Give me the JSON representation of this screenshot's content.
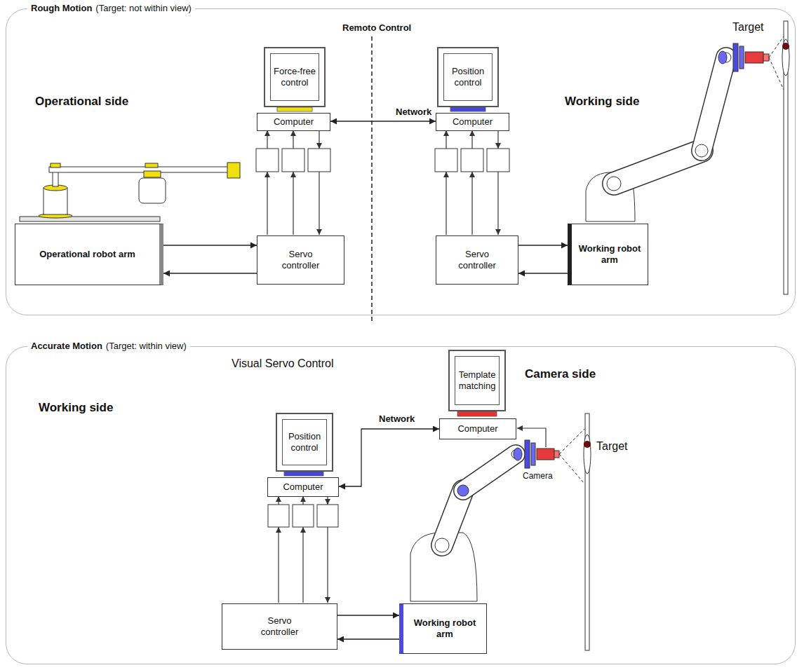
{
  "diagram": {
    "nodes": [
      {
        "text": [
          "Rough Motion",
          "(Target: not within view)"
        ]
      },
      {
        "text": [
          "Force-free control"
        ],
        "in": 0
      },
      {
        "text": [
          "Computer"
        ],
        "in": 0
      },
      {
        "text": [
          "Position control"
        ],
        "in": 0
      },
      {
        "text": [
          "Computer"
        ],
        "in": 0
      },
      {
        "text": [
          "Operational robot arm"
        ],
        "in": 0
      },
      {
        "text": [
          "Servo controller"
        ],
        "in": 0
      },
      {
        "text": [
          "Servo controller"
        ],
        "in": 0
      },
      {
        "text": [
          "Working robot arm"
        ],
        "in": 0
      },
      {
        "text": [
          "Accurate Motion",
          "(Target: within view)"
        ]
      },
      {
        "text": [
          "Template matching"
        ],
        "in": 9
      },
      {
        "text": [
          "Computer"
        ],
        "in": 9
      },
      {
        "text": [
          "Position control"
        ],
        "in": 9
      },
      {
        "text": [
          "Computer"
        ],
        "in": 9
      },
      {
        "text": [
          "Servo controller"
        ],
        "in": 9
      },
      {
        "text": [
          "Working robot arm"
        ],
        "in": 9
      }
    ],
    "edges": [
      {
        "from": 2,
        "to": 4,
        "label": "Network",
        "arrow": "both"
      },
      {
        "from": 5,
        "to": 6,
        "arrow": "to"
      },
      {
        "from": 6,
        "to": 5,
        "arrow": "to"
      },
      {
        "from": 7,
        "to": 8,
        "arrow": "to"
      },
      {
        "from": 8,
        "to": 7,
        "arrow": "to"
      },
      {
        "from": 11,
        "to": 13,
        "label": "Network",
        "arrow": "both"
      },
      {
        "from": 14,
        "to": 15,
        "arrow": "to"
      },
      {
        "from": 15,
        "to": 14,
        "arrow": "to"
      }
    ],
    "labels": [
      "Remoto Control",
      "Operational side",
      "Working side",
      "Target",
      "Visual Servo Control",
      "Working side",
      "Camera side",
      "Target",
      "Camera"
    ]
  }
}
